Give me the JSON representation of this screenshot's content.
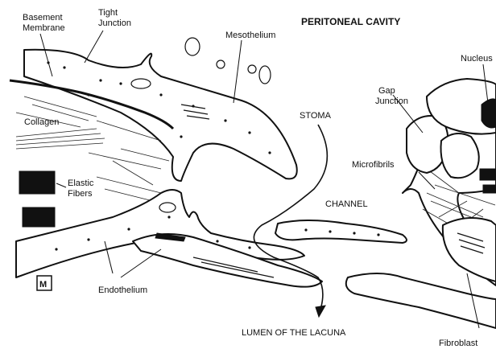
{
  "labels": {
    "peritoneal_cavity": "PERITONEAL CAVITY",
    "basement_membrane_1": "Basement",
    "basement_membrane_2": "Membrane",
    "tight_junction_1": "Tight",
    "tight_junction_2": "Junction",
    "mesothelium": "Mesothelium",
    "nucleus": "Nucleus",
    "collagen": "Collagen",
    "gap_junction_1": "Gap",
    "gap_junction_2": "Junction",
    "stoma": "STOMA",
    "microfibrils": "Microfibrils",
    "elastic_fibers_1": "Elastic",
    "elastic_fibers_2": "Fibers",
    "channel": "CHANNEL",
    "endothelium": "Endothelium",
    "lumen": "LUMEN OF THE LACUNA",
    "fibroblast": "Fibroblast",
    "logo_letter": "M"
  }
}
